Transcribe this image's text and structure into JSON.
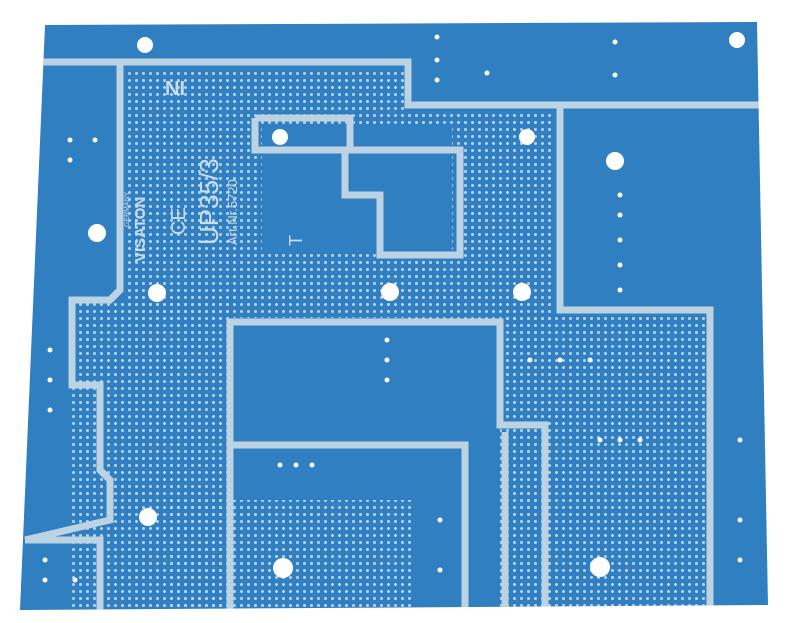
{
  "board": {
    "colors": {
      "substrate": "#2f7fc1",
      "copper": "#bcd3e3",
      "hole": "#ffffff"
    },
    "markings": {
      "net_label": "NI",
      "brand": "VISATON",
      "country": "GERMANY",
      "ce_mark": "CE",
      "model": "UP35/3",
      "article": "Art.Nr.5720",
      "pad_mark": "T"
    }
  }
}
